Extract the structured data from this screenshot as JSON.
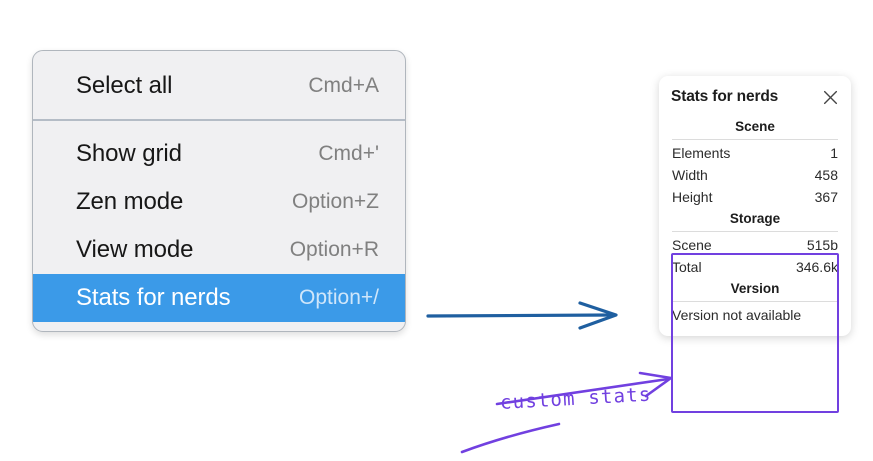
{
  "context_menu": {
    "name": "canvas-context-menu",
    "groups": [
      {
        "items": [
          {
            "label": "Select all",
            "shortcut": "Cmd+A",
            "selected": false
          }
        ]
      },
      {
        "items": [
          {
            "label": "Show grid",
            "shortcut": "Cmd+'",
            "selected": false
          },
          {
            "label": "Zen mode",
            "shortcut": "Option+Z",
            "selected": false
          },
          {
            "label": "View mode",
            "shortcut": "Option+R",
            "selected": false
          },
          {
            "label": "Stats for nerds",
            "shortcut": "Option+/",
            "selected": true
          }
        ]
      }
    ],
    "highlight_color": "#3b9ae8",
    "background_color": "#f0f0f2"
  },
  "stats_panel": {
    "title": "Stats for nerds",
    "close_icon": "close-icon",
    "sections": [
      {
        "heading": "Scene",
        "rows": [
          {
            "key": "Elements",
            "value": "1"
          },
          {
            "key": "Width",
            "value": "458"
          },
          {
            "key": "Height",
            "value": "367"
          }
        ]
      },
      {
        "heading": "Storage",
        "rows": [
          {
            "key": "Scene",
            "value": "515b"
          },
          {
            "key": "Total",
            "value": "346.6k"
          }
        ]
      },
      {
        "heading": "Version",
        "note": "Version not available",
        "rows": []
      }
    ]
  },
  "annotations": {
    "custom_stats_label": "custom stats",
    "arrow_color_blue": "#1f5fa0",
    "arrow_color_purple": "#7140e0",
    "highlight_box_color": "#7140e0"
  }
}
